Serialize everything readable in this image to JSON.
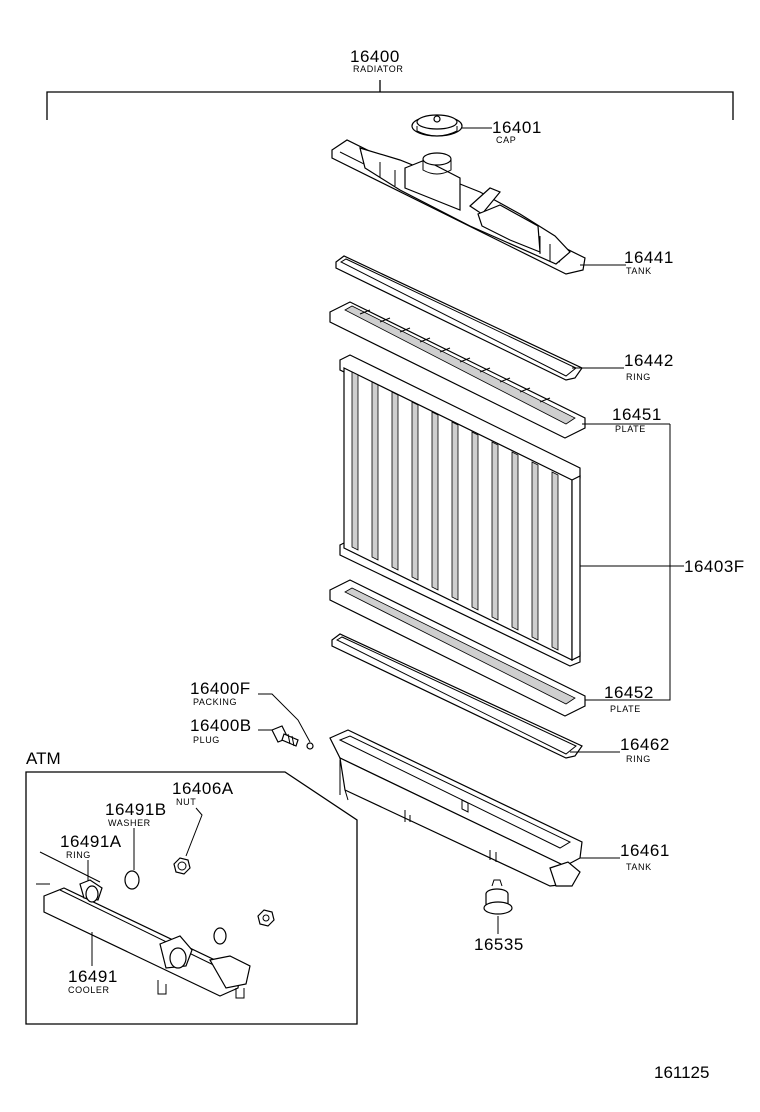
{
  "parts": {
    "p16400": {
      "number": "16400",
      "name": "RADIATOR"
    },
    "p16401": {
      "number": "16401",
      "name": "CAP"
    },
    "p16441": {
      "number": "16441",
      "name": "TANK"
    },
    "p16442": {
      "number": "16442",
      "name": "RING"
    },
    "p16451": {
      "number": "16451",
      "name": "PLATE"
    },
    "p16403F": {
      "number": "16403F",
      "name": ""
    },
    "p16452": {
      "number": "16452",
      "name": "PLATE"
    },
    "p16462": {
      "number": "16462",
      "name": "RING"
    },
    "p16461": {
      "number": "16461",
      "name": "TANK"
    },
    "p16535": {
      "number": "16535",
      "name": ""
    },
    "p16400F": {
      "number": "16400F",
      "name": "PACKING"
    },
    "p16400B": {
      "number": "16400B",
      "name": "PLUG"
    },
    "p16406A": {
      "number": "16406A",
      "name": "NUT"
    },
    "p16491B": {
      "number": "16491B",
      "name": "WASHER"
    },
    "p16491A": {
      "number": "16491A",
      "name": "RING"
    },
    "p16491": {
      "number": "16491",
      "name": "COOLER"
    }
  },
  "atm_label": "ATM",
  "diagram_id": "161125"
}
